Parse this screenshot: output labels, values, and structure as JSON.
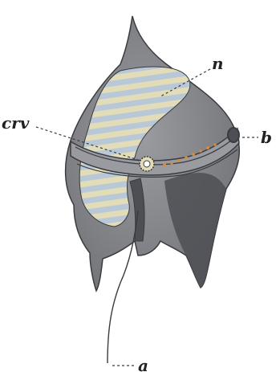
{
  "figure": {
    "labels": {
      "n": "n",
      "crv": "crv",
      "b": "b",
      "a": "a"
    },
    "colors": {
      "shell": "#6e6f73",
      "shell_dark": "#4e4f54",
      "outline": "#3a3b3f",
      "nucleus_a": "#e3dcb8",
      "nucleus_b": "#b9c8d6",
      "band_highlight": "#9a9ba0",
      "orange_dots": "#d88a3a",
      "background": "#ffffff"
    }
  }
}
